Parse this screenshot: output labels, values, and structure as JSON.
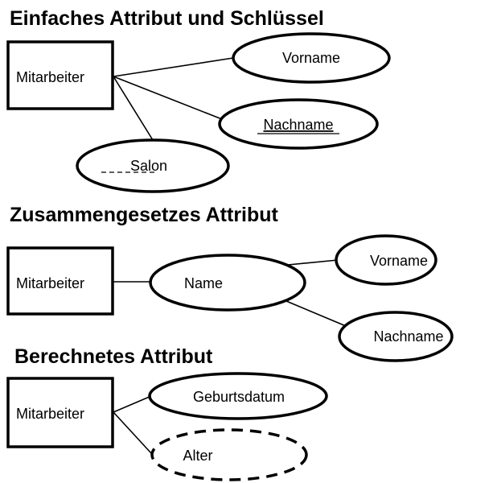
{
  "sections": [
    {
      "title": "Einfaches Attribut und Schlüssel",
      "entity": "Mitarbeiter",
      "attributes": [
        "Vorname",
        "Nachname",
        "Salon"
      ]
    },
    {
      "title": "Zusammengesetzes Attribut",
      "entity": "Mitarbeiter",
      "attributes": [
        "Name",
        "Vorname",
        "Nachname"
      ]
    },
    {
      "title": "Berechnetes Attribut",
      "entity": "Mitarbeiter",
      "attributes": [
        "Geburtsdatum",
        "Alter"
      ]
    }
  ]
}
